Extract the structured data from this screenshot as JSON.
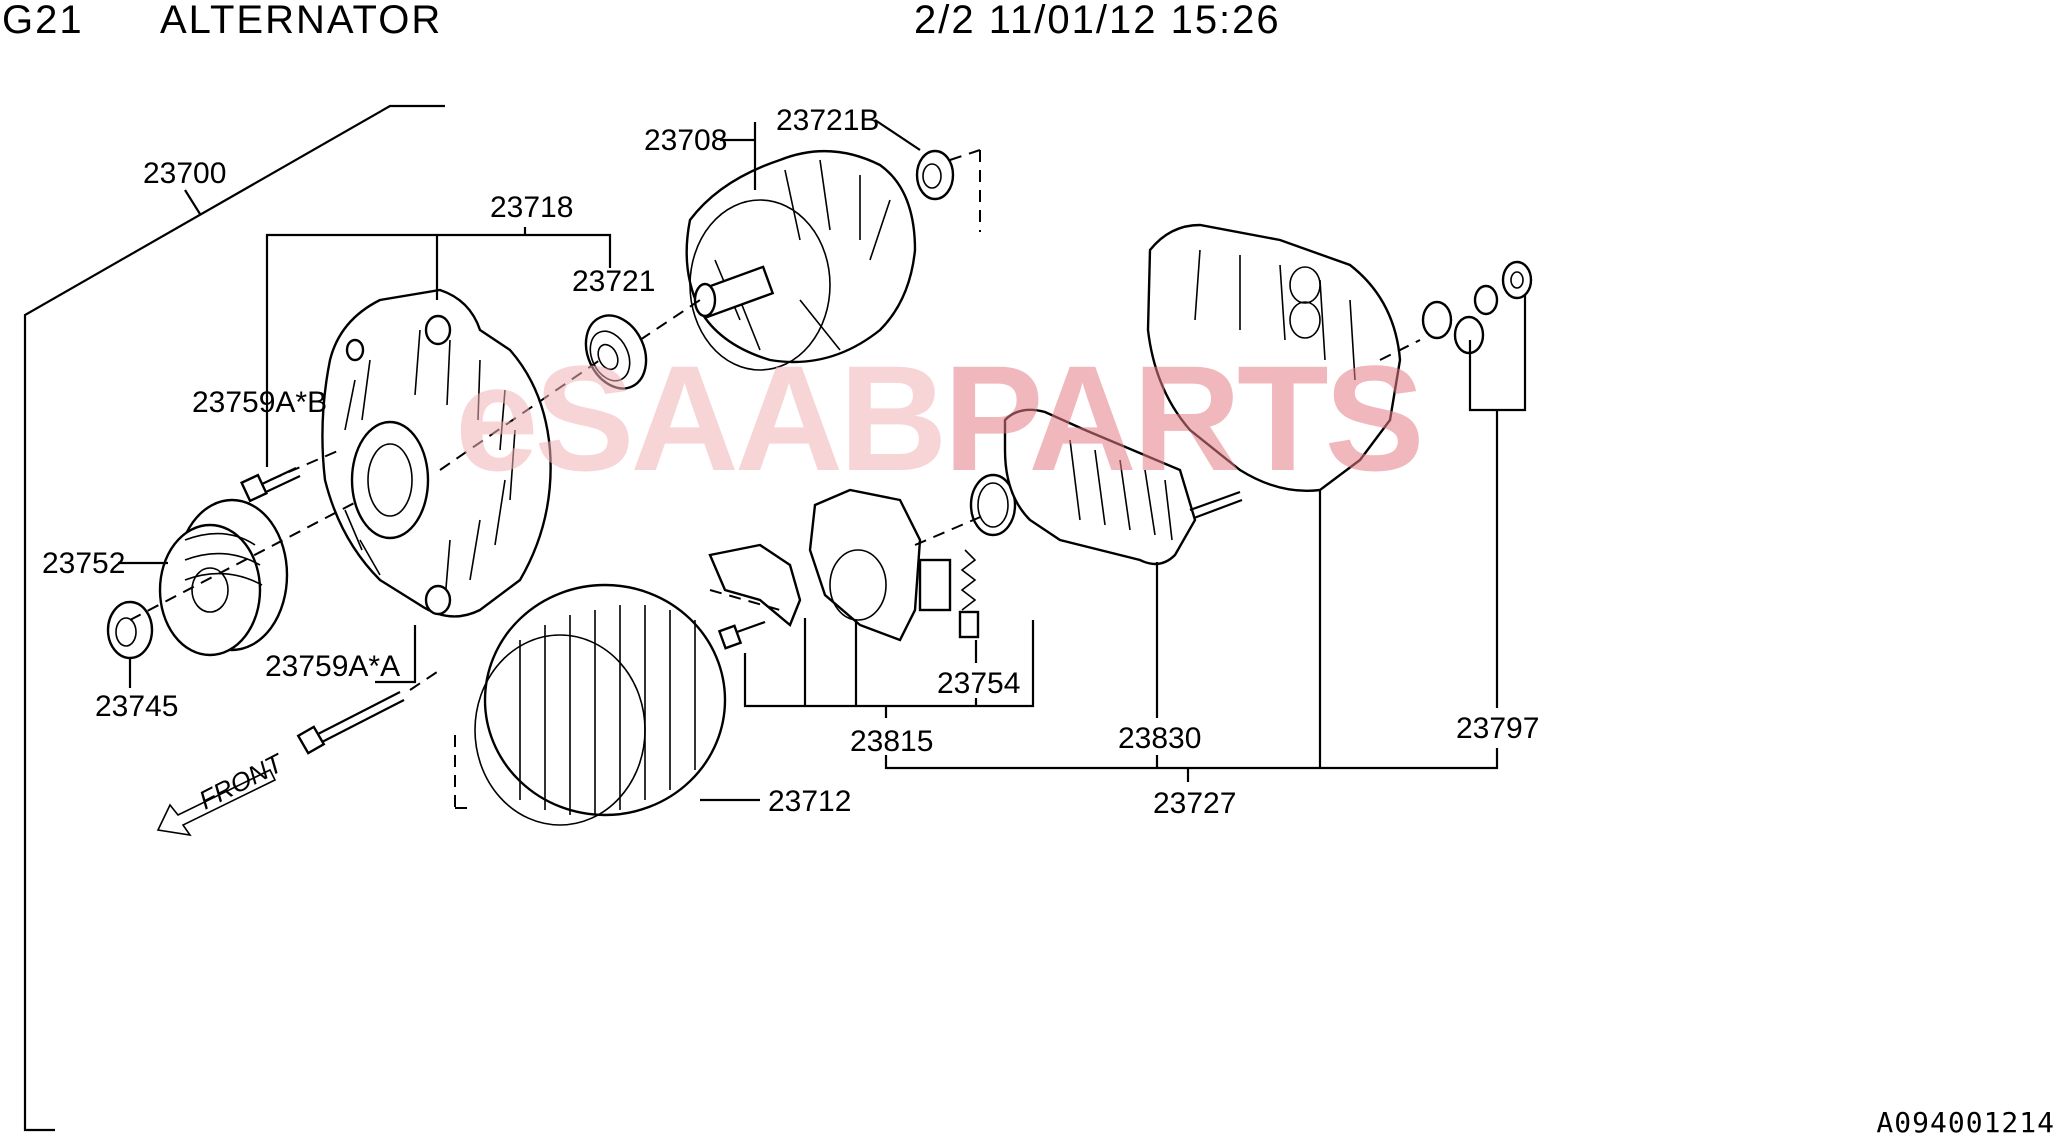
{
  "header": {
    "group": "G21",
    "title": "ALTERNATOR",
    "page_date": "2/2 11/01/12 15:26"
  },
  "watermark": {
    "brand_light": "eSAAB",
    "brand_strong": "PARTS",
    "color_light": "#f2b3b8",
    "color_strong": "#e57f86"
  },
  "front_label": "FRONT",
  "drawing_code": "A094001214",
  "callouts": {
    "c23700": "23700",
    "c23718": "23718",
    "c23708": "23708",
    "c23721B": "23721B",
    "c23721": "23721",
    "c23759AB": "23759A*B",
    "c23752": "23752",
    "c23745": "23745",
    "c23759AA": "23759A*A",
    "c23712": "23712",
    "c23754": "23754",
    "c23815": "23815",
    "c23830": "23830",
    "c23797": "23797",
    "c23727": "23727"
  }
}
